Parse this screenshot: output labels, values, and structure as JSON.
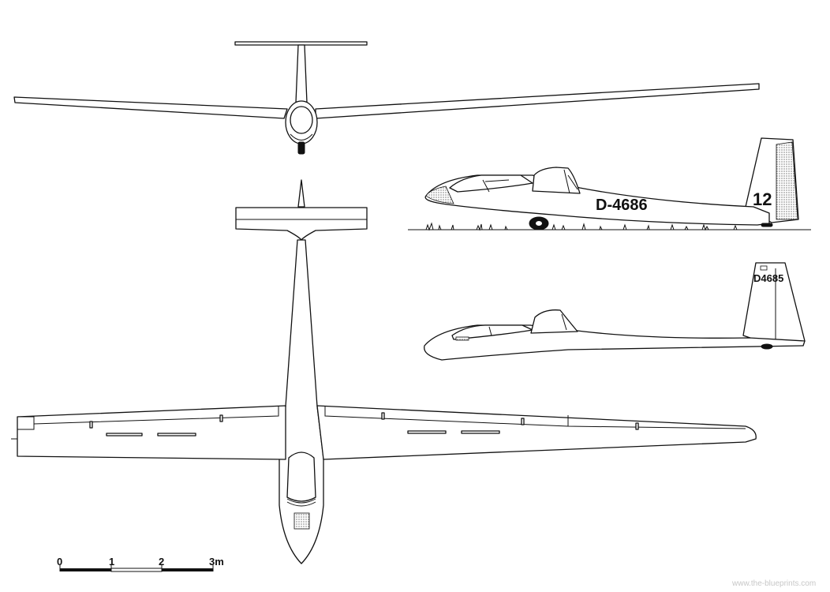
{
  "side_view": {
    "registration": "D-4686",
    "competition_number": "12"
  },
  "side_view_alt": {
    "registration": "D4685"
  },
  "scale_bar": {
    "labels": [
      "0",
      "1",
      "2",
      "3m"
    ]
  },
  "watermark": "www.the-blueprints.com"
}
